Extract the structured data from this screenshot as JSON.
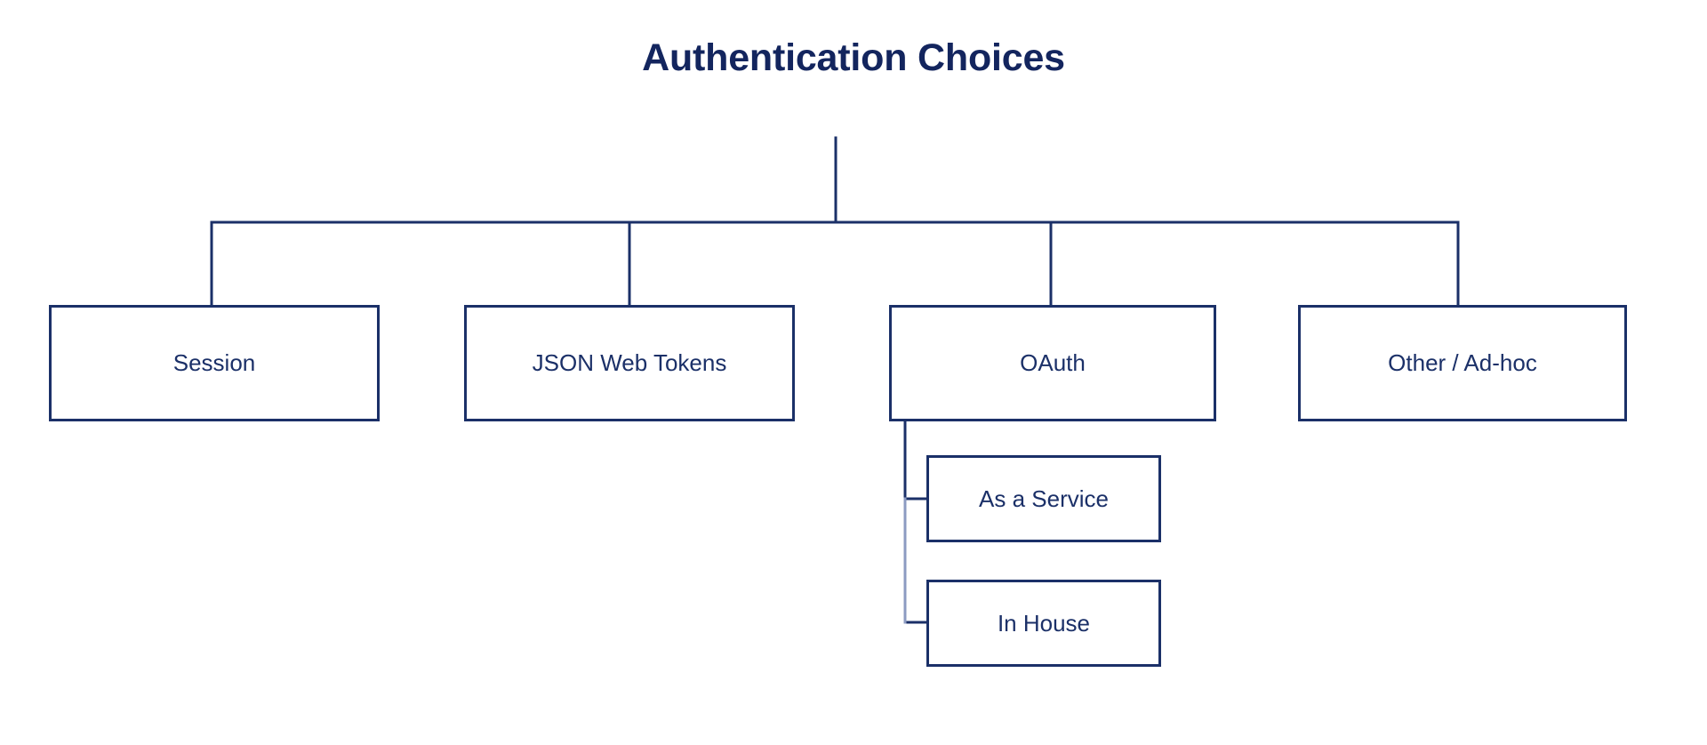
{
  "diagram": {
    "title": "Authentication Choices",
    "type": "tree",
    "colors": {
      "title_text": "#13255e",
      "node_border": "#1b3068",
      "node_text": "#1b3068",
      "connector": "#1b3068",
      "connector_secondary": "#8c9bc2",
      "background": "#ffffff"
    },
    "root": {
      "label": "Authentication Choices"
    },
    "nodes": [
      {
        "id": "session",
        "label": "Session",
        "level": 1
      },
      {
        "id": "jwt",
        "label": "JSON Web Tokens",
        "level": 1
      },
      {
        "id": "oauth",
        "label": "OAuth",
        "level": 1
      },
      {
        "id": "other",
        "label": "Other / Ad-hoc",
        "level": 1
      },
      {
        "id": "aas",
        "label": "As a Service",
        "level": 2,
        "parent": "oauth"
      },
      {
        "id": "inhouse",
        "label": "In House",
        "level": 2,
        "parent": "oauth"
      }
    ]
  }
}
